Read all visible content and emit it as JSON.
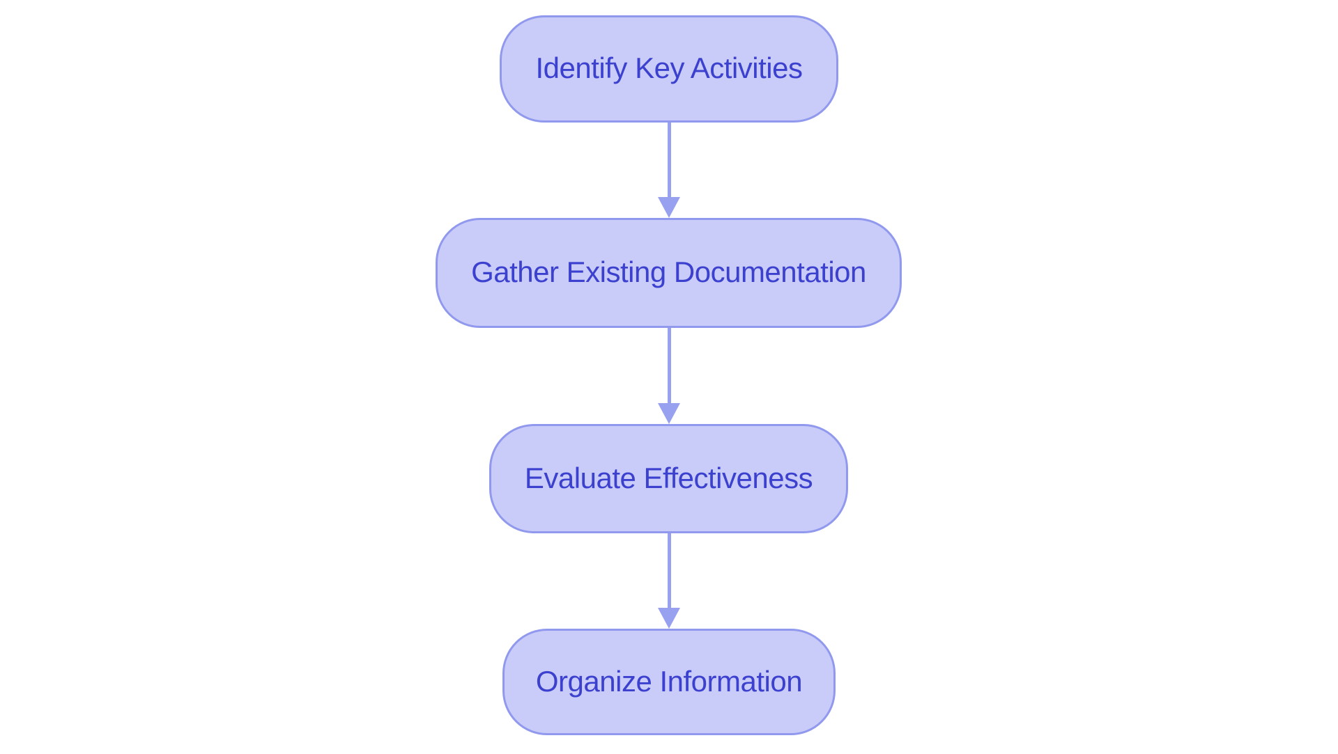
{
  "diagram": {
    "type": "flowchart",
    "direction": "top-down",
    "nodes": [
      {
        "id": "n1",
        "shape": "stadium",
        "label": "Identify Key Activities"
      },
      {
        "id": "n2",
        "shape": "stadium",
        "label": "Gather Existing Documentation"
      },
      {
        "id": "n3",
        "shape": "stadium",
        "label": "Evaluate Effectiveness"
      },
      {
        "id": "n4",
        "shape": "stadium",
        "label": "Organize Information"
      }
    ],
    "edges": [
      {
        "from": "n1",
        "to": "n2",
        "style": "arrow-down"
      },
      {
        "from": "n2",
        "to": "n3",
        "style": "arrow-down"
      },
      {
        "from": "n3",
        "to": "n4",
        "style": "arrow-down"
      }
    ],
    "colors": {
      "node_fill": "#c9cbf8",
      "node_border": "#9199ee",
      "node_text": "#3b41ce",
      "arrow": "#98a0f0",
      "background": "#ffffff"
    }
  }
}
